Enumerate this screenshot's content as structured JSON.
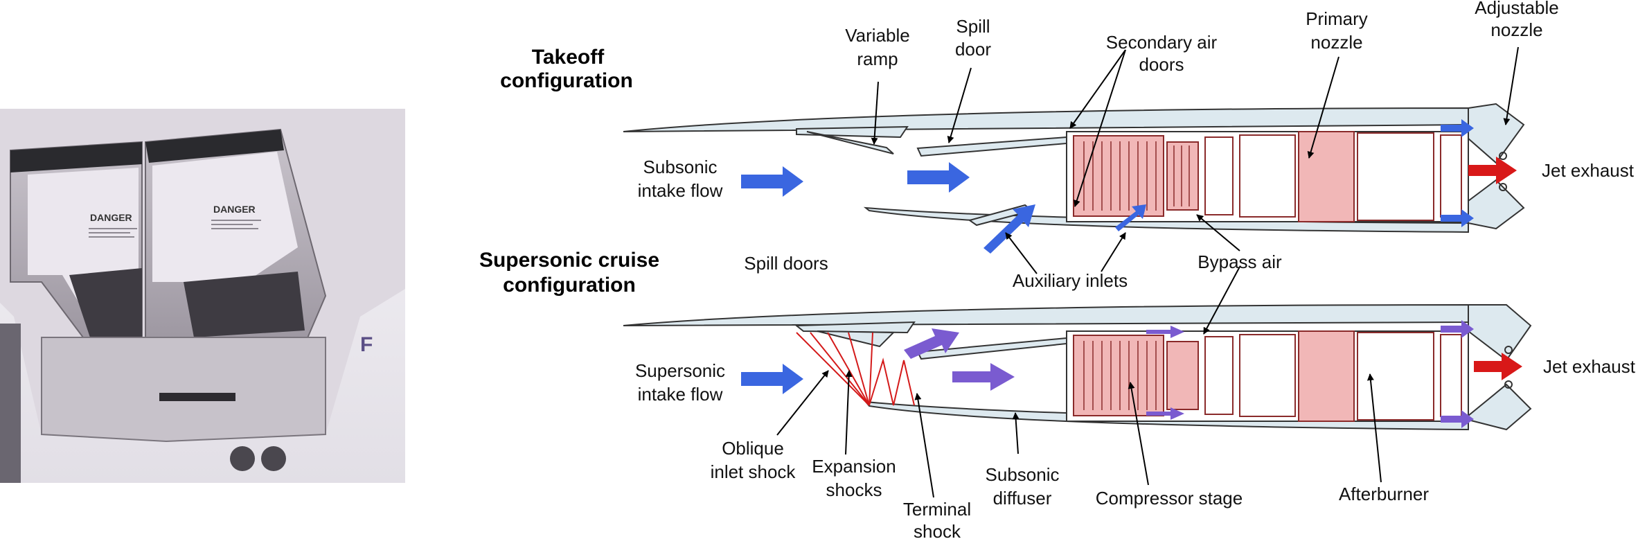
{
  "photo": {
    "placard_left": "DANGER",
    "placard_right": "DANGER",
    "tail_letters": "F"
  },
  "takeoff": {
    "title_line1": "Takeoff",
    "title_line2": "configuration",
    "labels": {
      "variable_ramp_1": "Variable",
      "variable_ramp_2": "ramp",
      "spill_door_1": "Spill",
      "spill_door_2": "door",
      "secondary_air_1": "Secondary air",
      "secondary_air_2": "doors",
      "primary_nozzle_1": "Primary",
      "primary_nozzle_2": "nozzle",
      "adjustable_nozzle_1": "Adjustable",
      "adjustable_nozzle_2": "nozzle",
      "subsonic_intake_1": "Subsonic",
      "subsonic_intake_2": "intake flow",
      "jet_exhaust": "Jet exhaust",
      "spill_doors": "Spill doors",
      "auxiliary_inlets": "Auxiliary inlets",
      "bypass_air": "Bypass air"
    }
  },
  "cruise": {
    "title_line1": "Supersonic cruise",
    "title_line2": "configuration",
    "labels": {
      "supersonic_intake_1": "Supersonic",
      "supersonic_intake_2": "intake flow",
      "jet_exhaust": "Jet exhaust",
      "oblique_1": "Oblique",
      "oblique_2": "inlet shock",
      "expansion_1": "Expansion",
      "expansion_2": "shocks",
      "terminal_1": "Terminal",
      "terminal_2": "shock",
      "diffuser_1": "Subsonic",
      "diffuser_2": "diffuser",
      "compressor": "Compressor stage",
      "afterburner": "Afterburner"
    }
  },
  "colors": {
    "nacelle_fill": "#dde9ef",
    "outline": "#333333",
    "engine_pink": "#f1b7b7",
    "engine_outline": "#8a2a2a",
    "arrow_blue": "#3a66e0",
    "arrow_purple": "#7a5bd0",
    "arrow_red": "#d81818",
    "shock_red": "#d41a1a"
  }
}
